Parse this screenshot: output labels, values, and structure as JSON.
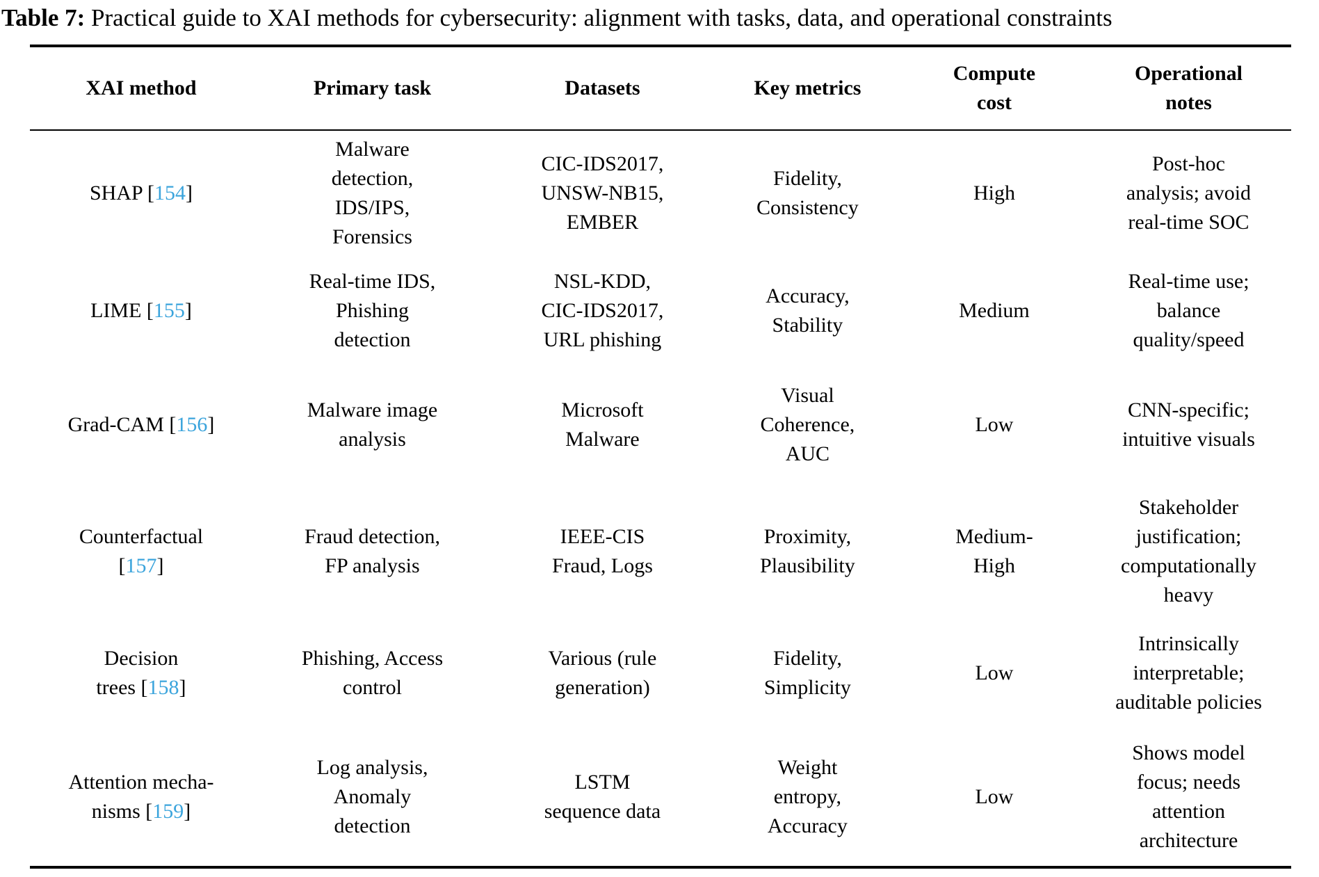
{
  "caption": {
    "label": "Table 7:",
    "text": "Practical guide to XAI methods for cybersecurity: alignment with tasks, data, and operational constraints"
  },
  "citation_color": "#3BA4DC",
  "text_color": "#000000",
  "table": {
    "columns": [
      {
        "id": "xai-method",
        "label": "XAI method"
      },
      {
        "id": "primary-task",
        "label": "Primary task"
      },
      {
        "id": "datasets",
        "label": "Datasets"
      },
      {
        "id": "key-metrics",
        "label": "Key metrics"
      },
      {
        "id": "compute-cost",
        "label": "Compute\ncost"
      },
      {
        "id": "operational-notes",
        "label": "Operational\nnotes"
      }
    ],
    "rows": [
      {
        "method": {
          "before": "SHAP [",
          "citation": "154",
          "after": "]"
        },
        "primary_task": "Malware\ndetection,\nIDS/IPS,\nForensics",
        "datasets": "CIC-IDS2017,\nUNSW-NB15,\nEMBER",
        "key_metrics": "Fidelity,\nConsistency",
        "compute_cost": "High",
        "operational_notes": "Post-hoc\nanalysis; avoid\nreal-time SOC"
      },
      {
        "method": {
          "before": "LIME [",
          "citation": "155",
          "after": "]"
        },
        "primary_task": "Real-time IDS,\nPhishing\ndetection",
        "datasets": "NSL-KDD,\nCIC-IDS2017,\nURL phishing",
        "key_metrics": "Accuracy,\nStability",
        "compute_cost": "Medium",
        "operational_notes": "Real-time use;\nbalance\nquality/speed"
      },
      {
        "method": {
          "before": "Grad-CAM [",
          "citation": "156",
          "after": "]"
        },
        "primary_task": "Malware image\nanalysis",
        "datasets": "Microsoft\nMalware",
        "key_metrics": "Visual\nCoherence,\nAUC",
        "compute_cost": "Low",
        "operational_notes": "CNN-specific;\nintuitive visuals"
      },
      {
        "method": {
          "before": "Counterfactual\n[",
          "citation": "157",
          "after": "]"
        },
        "primary_task": "Fraud detection,\nFP analysis",
        "datasets": "IEEE-CIS\nFraud, Logs",
        "key_metrics": "Proximity,\nPlausibility",
        "compute_cost": "Medium-\nHigh",
        "operational_notes": "Stakeholder\njustification;\ncomputationally\nheavy"
      },
      {
        "method": {
          "before": "Decision\ntrees [",
          "citation": "158",
          "after": "]"
        },
        "primary_task": "Phishing, Access\ncontrol",
        "datasets": "Various (rule\ngeneration)",
        "key_metrics": "Fidelity,\nSimplicity",
        "compute_cost": "Low",
        "operational_notes": "Intrinsically\ninterpretable;\nauditable policies"
      },
      {
        "method": {
          "before": "Attention mecha-\nnisms [",
          "citation": "159",
          "after": "]"
        },
        "primary_task": "Log analysis,\nAnomaly\ndetection",
        "datasets": "LSTM\nsequence data",
        "key_metrics": "Weight\nentropy,\nAccuracy",
        "compute_cost": "Low",
        "operational_notes": "Shows model\nfocus; needs\nattention\narchitecture"
      }
    ]
  }
}
